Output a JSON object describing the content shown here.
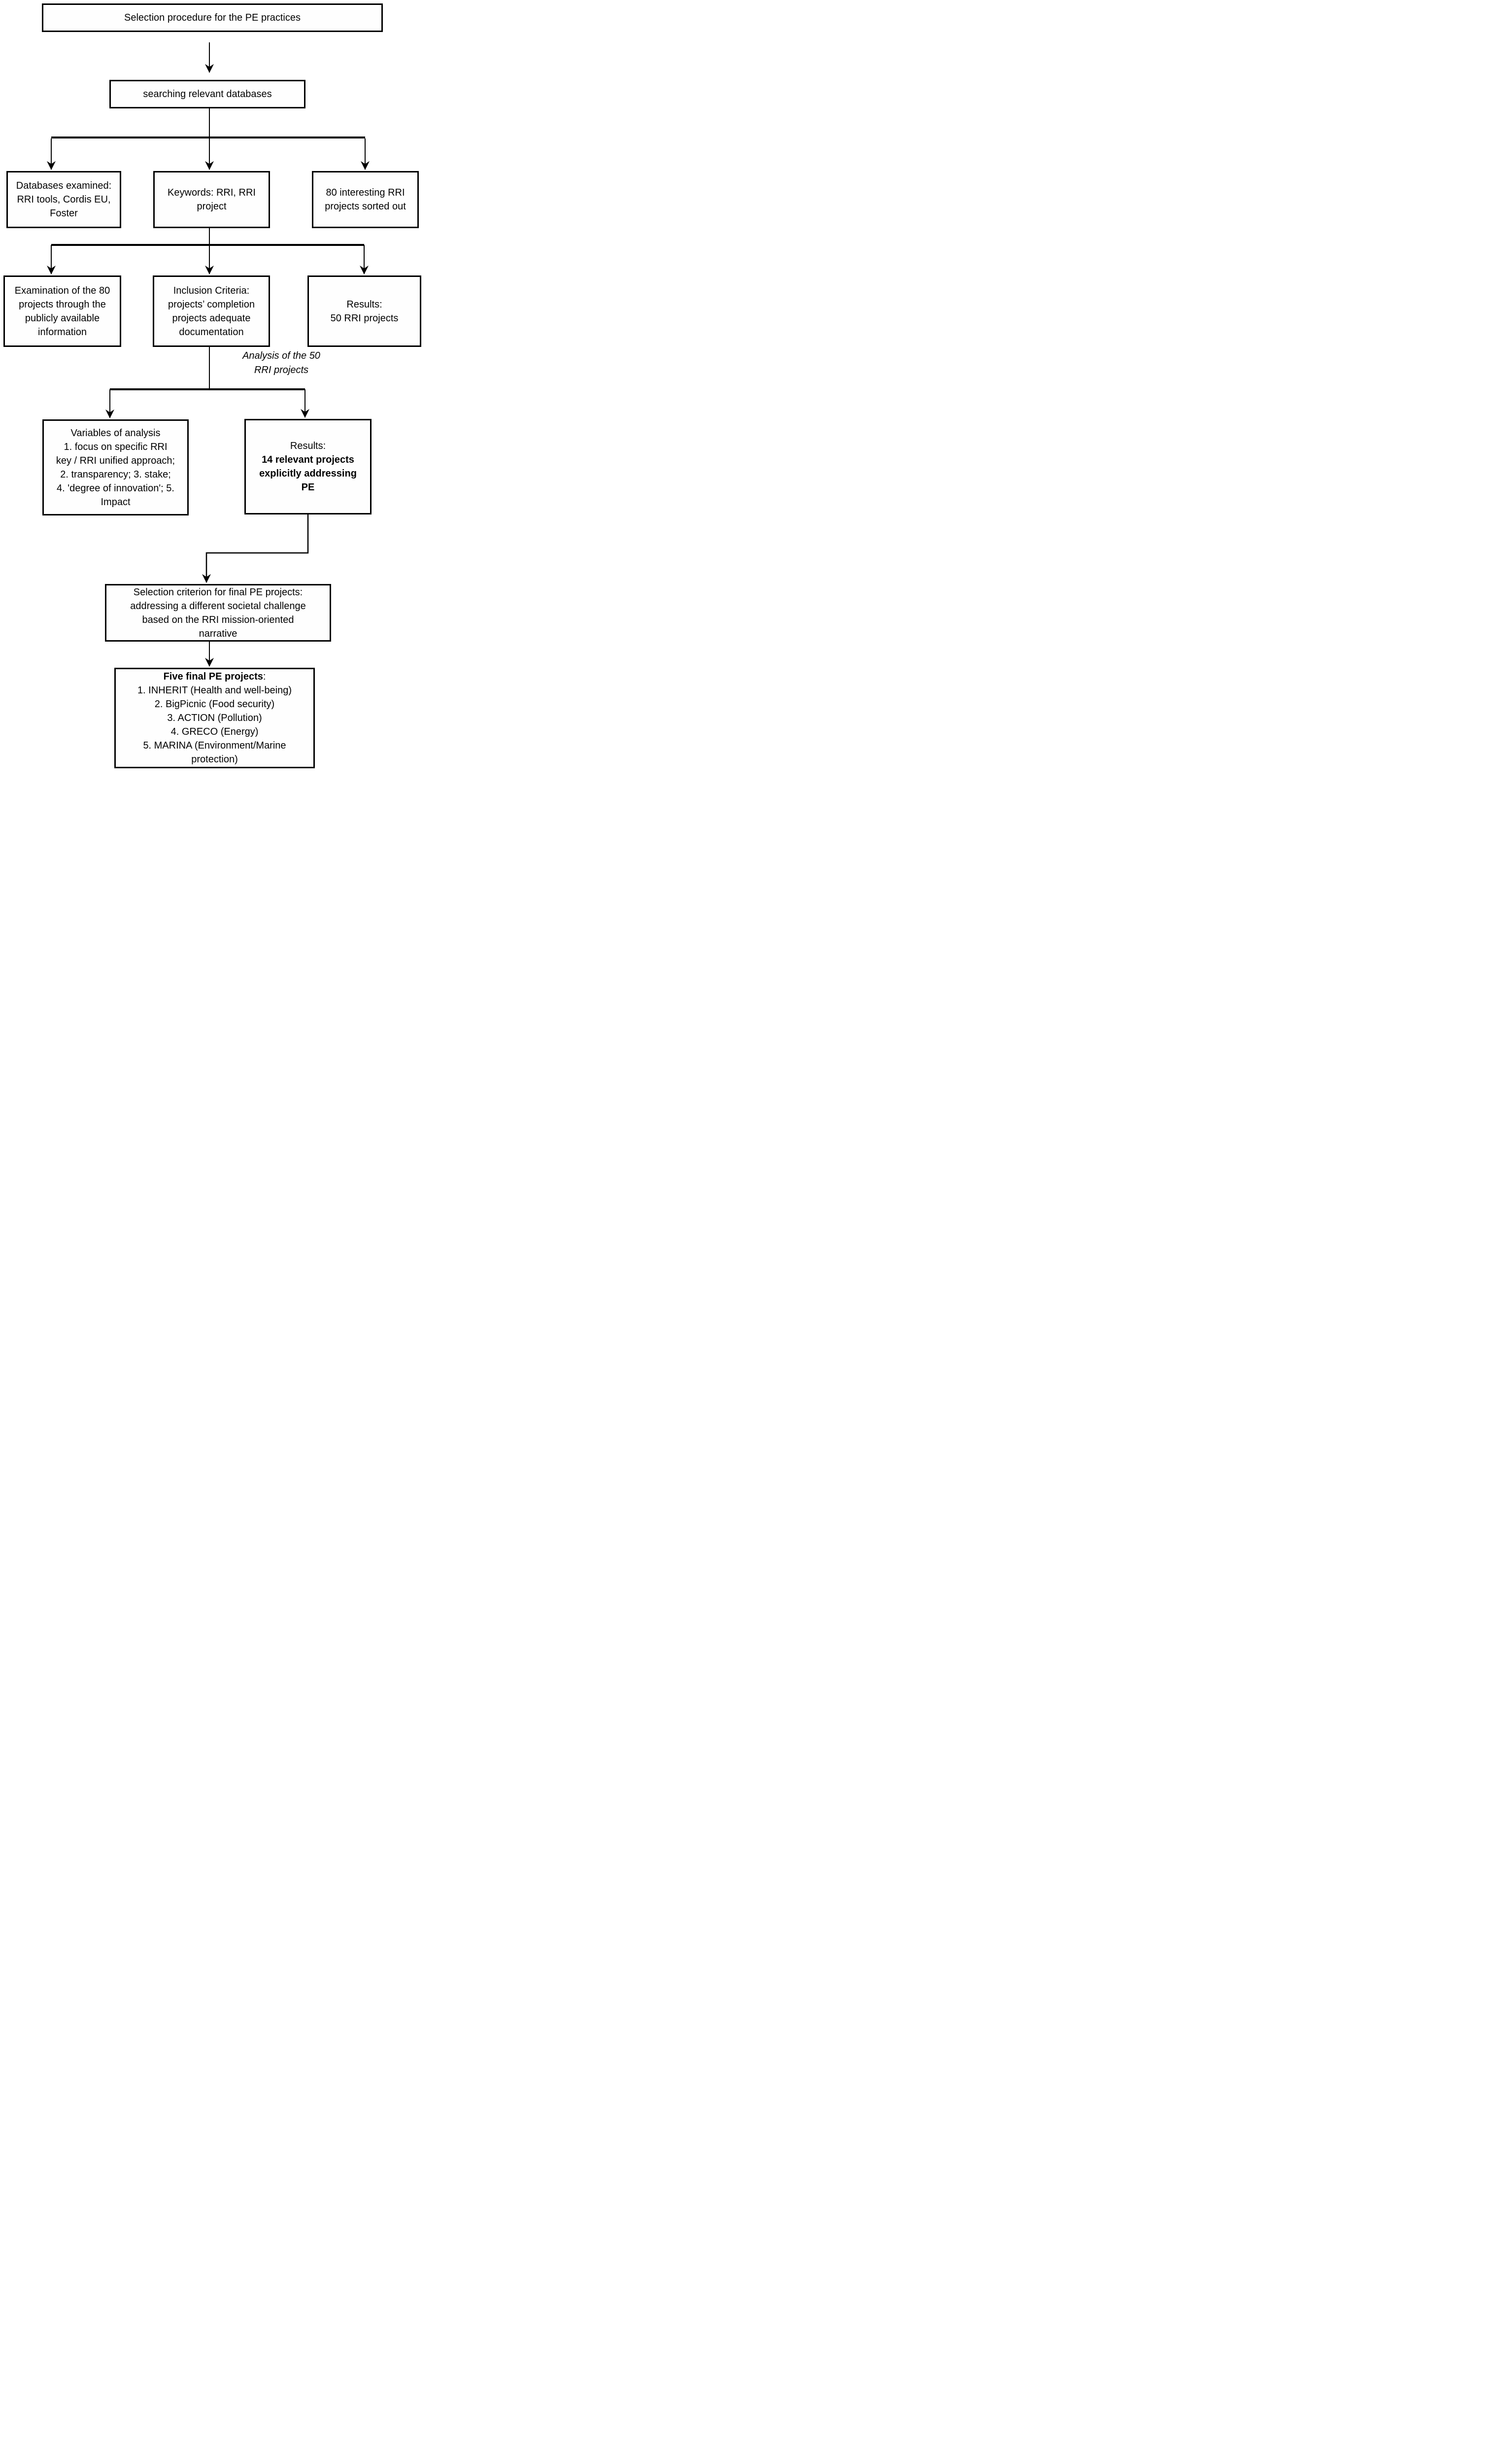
{
  "colors": {
    "ink": "#000000",
    "background": "#ffffff"
  },
  "flowchart": {
    "title": {
      "lines": [
        "Selection procedure for the PE practices"
      ]
    },
    "searching": {
      "lines": [
        "searching relevant databases"
      ]
    },
    "databases": {
      "lines": [
        "Databases examined:",
        "RRI tools, Cordis EU,",
        "Foster"
      ]
    },
    "keywords": {
      "lines": [
        "Keywords: RRI, RRI",
        "project"
      ]
    },
    "sorted": {
      "lines": [
        "80 interesting RRI",
        "projects sorted out"
      ]
    },
    "examination": {
      "lines": [
        "Examination of the 80",
        "projects through the",
        "publicly available",
        "information"
      ]
    },
    "inclusion": {
      "lines": [
        "Inclusion Criteria:",
        "projects’ completion",
        "projects adequate",
        "documentation"
      ]
    },
    "results50": {
      "lines": [
        "Results:",
        "50 RRI projects"
      ]
    },
    "analysis_note": {
      "lines": [
        "Analysis of the 50",
        "RRI projects"
      ]
    },
    "variables": {
      "lines": [
        "Variables of analysis",
        "1. focus on specific RRI",
        "key / RRI unified approach;",
        "2. transparency; 3. stake;",
        "4. 'degree of innovation'; 5.",
        "Impact"
      ]
    },
    "results14": {
      "intro": "Results:",
      "bold_lines": [
        "14 relevant projects",
        "explicitly addressing",
        "PE"
      ]
    },
    "criterion": {
      "lines": [
        "Selection criterion for final PE projects:",
        "addressing a different societal challenge",
        "based on the RRI mission-oriented",
        "narrative"
      ]
    },
    "final": {
      "heading_bold": "Five final PE projects",
      "heading_suffix": ":",
      "items": [
        "1. INHERIT (Health and well-being)",
        "2. BigPicnic (Food security)",
        "3. ACTION (Pollution)",
        "4. GRECO (Energy)",
        "5. MARINA (Environment/Marine protection)"
      ]
    }
  }
}
